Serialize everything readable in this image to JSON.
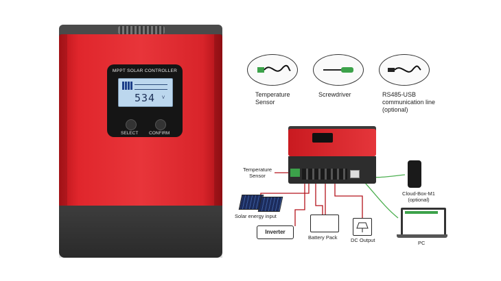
{
  "controller": {
    "panel_title": "MPPT SOLAR CONTROLLER",
    "lcd_value": "534",
    "lcd_unit": "V",
    "select_label": "SELECT",
    "confirm_label": "CONFIRM",
    "colors": {
      "body": "#e0262c",
      "bottom": "#2d2d2d"
    }
  },
  "accessories": [
    {
      "label": "Temperature Sensor",
      "icon": "temperature-sensor-cable"
    },
    {
      "label": "Screwdriver",
      "icon": "screwdriver"
    },
    {
      "label": "RS485-USB communication line (optional)",
      "icon": "usb-cable"
    }
  ],
  "diagram": {
    "temperature_sensor": "Temperature Sensor",
    "solar_input": "Solar energy input",
    "inverter": "Inverter",
    "battery": "Battery Pack",
    "dc_output": "DC Output",
    "cloud_box": "Cloud-Box-M1 (optional)",
    "pc": "PC",
    "colors": {
      "power_line": "#b3121a",
      "data_line": "#4caf50"
    }
  }
}
